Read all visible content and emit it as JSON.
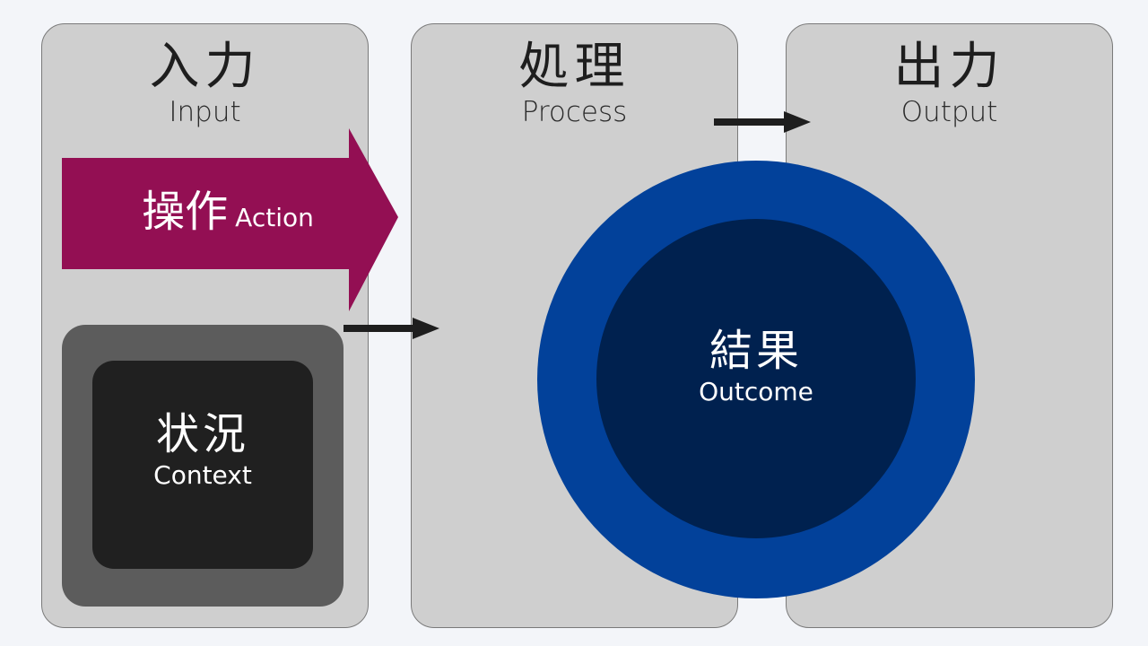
{
  "panels": {
    "input": {
      "title_jp": "入力",
      "title_en": "Input"
    },
    "process": {
      "title_jp": "処理",
      "title_en": "Process"
    },
    "output": {
      "title_jp": "出力",
      "title_en": "Output"
    }
  },
  "action": {
    "label_jp": "操作",
    "label_en": "Action",
    "color": "#930f53"
  },
  "context": {
    "label_jp": "状況",
    "label_en": "Context",
    "outer_color": "#5c5c5c",
    "inner_color": "#202020"
  },
  "outcome": {
    "label_jp": "結果",
    "label_en": "Outcome",
    "outer_color": "#02419a",
    "inner_color": "#00214f"
  },
  "connectors": [
    {
      "from": "context",
      "to": "process",
      "icon": "arrow-right-icon"
    },
    {
      "from": "process",
      "to": "output",
      "icon": "arrow-right-icon"
    }
  ],
  "colors": {
    "background": "#f3f5f9",
    "panel": "#cfcfcf",
    "panel_border": "#7a7a7a",
    "arrow": "#1e1e1e"
  }
}
